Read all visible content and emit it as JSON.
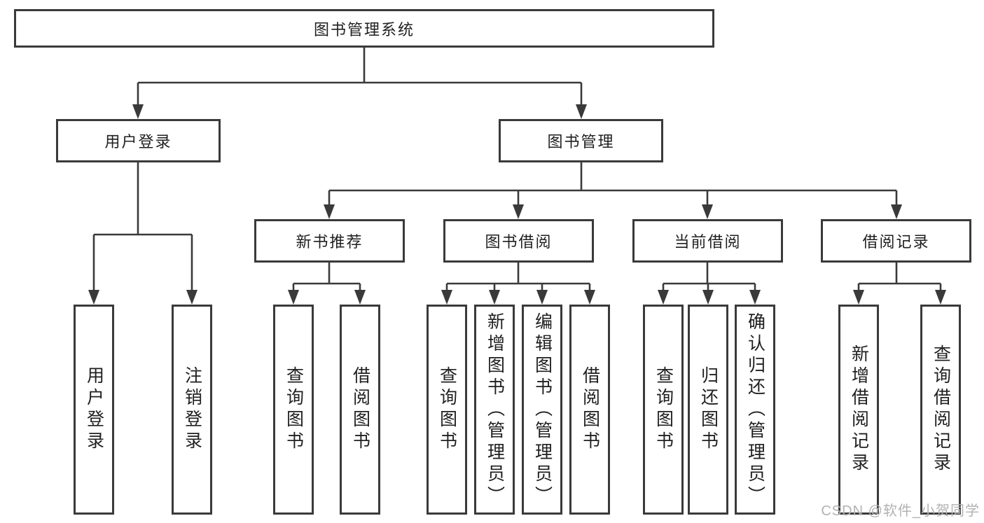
{
  "tree": {
    "root": {
      "label": "图书管理系统"
    },
    "user_login": {
      "label": "用户登录",
      "children": {
        "login": "用户登录",
        "logout": "注销登录"
      }
    },
    "book_mgmt": {
      "label": "图书管理"
    },
    "new_books": {
      "label": "新书推荐",
      "children": {
        "query": "查询图书",
        "borrow": "借阅图书"
      }
    },
    "borrowing": {
      "label": "图书借阅",
      "children": {
        "query": "查询图书",
        "add": "新增图书（管理员）",
        "edit": "编辑图书（管理员）",
        "borrow": "借阅图书"
      }
    },
    "current": {
      "label": "当前借阅",
      "children": {
        "query": "查询图书",
        "return": "归还图书",
        "confirm": "确认归还（管理员）"
      }
    },
    "records": {
      "label": "借阅记录",
      "children": {
        "add": "新增借阅记录",
        "query": "查询借阅记录"
      }
    }
  },
  "watermark": "CSDN @软件_小贺同学",
  "colors": {
    "line": "#3a3a3a",
    "text": "#1f1f1f",
    "watermark": "#b2b2b2",
    "background": "#ffffff"
  }
}
